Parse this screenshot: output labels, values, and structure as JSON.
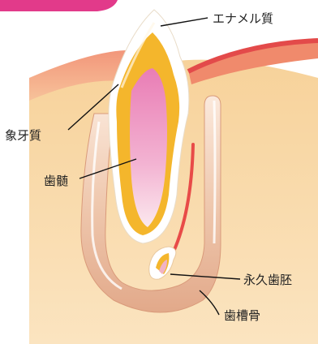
{
  "labels": {
    "enamel": "エナメル質",
    "dentin": "象牙質",
    "pulp": "歯髄",
    "permanent_tooth_germ": "永久歯胚",
    "alveolar_bone": "歯槽骨"
  },
  "colors": {
    "tissue": "#f8d9a6",
    "gum": "#f08a6c",
    "gum_band": "#e34a4a",
    "bone": "#e7b9a1",
    "enamel": "#ffffff",
    "dentin": "#f4b62c",
    "pulp": "#ee8fc0",
    "germ_pink": "#f1b3c5",
    "vessel": "#e84b48",
    "banner": "#e23a8a"
  }
}
